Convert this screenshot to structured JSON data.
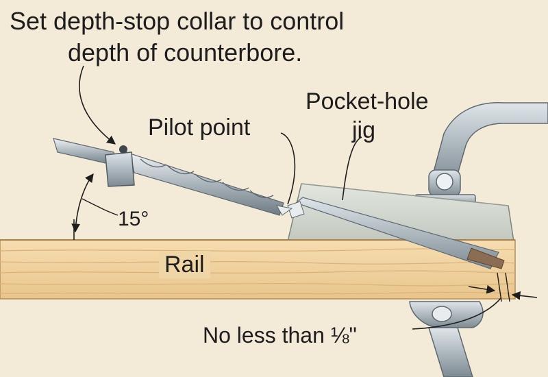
{
  "labels": {
    "instruction_line1": "Set depth-stop collar to control",
    "instruction_line2": "depth of counterbore.",
    "jig_line1": "Pocket-hole",
    "jig_line2": "jig",
    "pilot_point": "Pilot point",
    "angle": "15°",
    "rail": "Rail",
    "minimum": "No less than ⅛\""
  },
  "colors": {
    "background": "#f3ead8",
    "wood": "#efd29f",
    "wood_grain": "#d9b47b",
    "jig_block": "#d3d8cf",
    "clamp_metal": "#b9c2c8",
    "bit_steel": "#a9b3ba",
    "text": "#1d1d1d"
  }
}
